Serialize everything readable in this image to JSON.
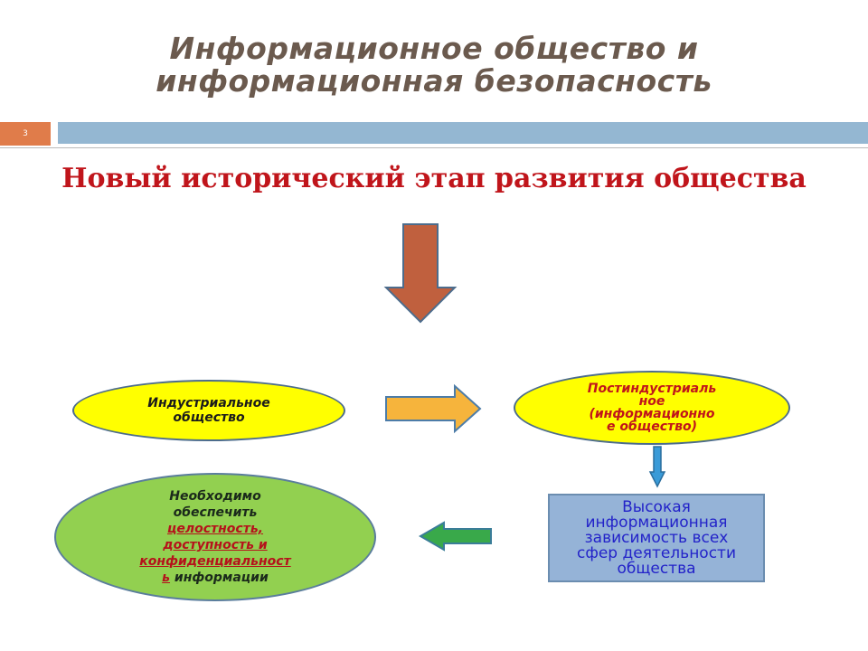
{
  "header": {
    "title_line1": "Информационное общество и",
    "title_line2": "информационная безопасность",
    "slide_number": "3"
  },
  "subtitle": "Новый исторический этап развития общества",
  "nodes": {
    "industrial": "Индустриальное общество",
    "postindustrial_line1": "Постиндустриаль",
    "postindustrial_line2": "ное",
    "postindustrial_line3": "(информационно",
    "postindustrial_line4": "е общество)",
    "dependency_line1": "Высокая",
    "dependency_line2": "информационная",
    "dependency_line3": "зависимость всех",
    "dependency_line4": "сфер деятельности",
    "dependency_line5": "общества",
    "ensure_prefix_line1": "Необходимо",
    "ensure_prefix_line2": "обеспечить",
    "ensure_integrity": "целостность,",
    "ensure_availability": "доступность и",
    "ensure_confidentiality_a": "конфиденциальност",
    "ensure_confidentiality_b": "ь",
    "ensure_suffix": " информации"
  },
  "colors": {
    "title": "#6b5a4e",
    "accent_orange": "#e07c4a",
    "bar_blue": "#94b7d2",
    "subtitle_red": "#c0151b",
    "big_arrow": "#c0603e",
    "right_arrow": "#f6b43c",
    "small_down_arrow": "#3a9bd8",
    "left_arrow": "#39a94a",
    "yellow": "#ffff00",
    "green": "#92d050",
    "box_blue": "#95b3d7"
  }
}
